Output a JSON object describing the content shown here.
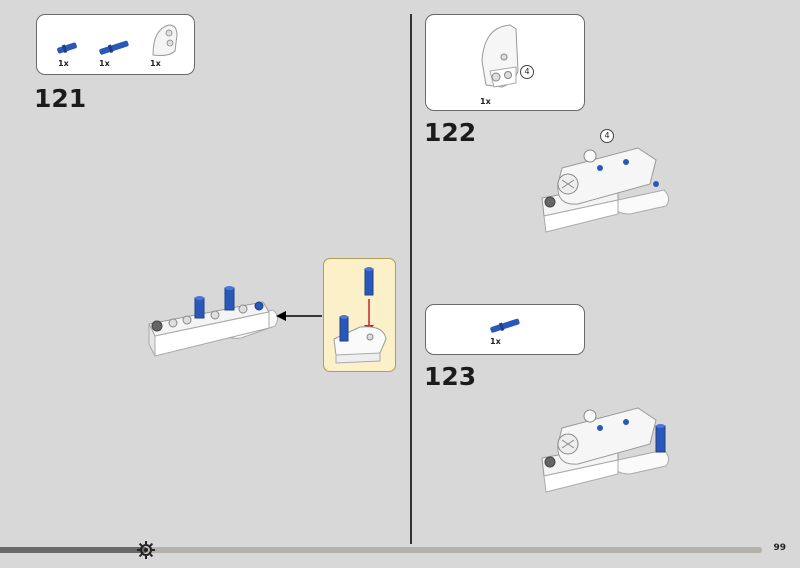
{
  "page_number": "99",
  "steps": [
    {
      "number": "121",
      "parts": [
        {
          "qty": "1x"
        },
        {
          "qty": "1x"
        },
        {
          "qty": "1x"
        }
      ]
    },
    {
      "number": "122",
      "parts": [
        {
          "qty": "1x",
          "callout": "4"
        }
      ],
      "model_callout": "4"
    },
    {
      "number": "123",
      "parts": [
        {
          "qty": "1x"
        }
      ]
    }
  ],
  "colors": {
    "pin_blue": "#2a58b8",
    "subassembly_bg": "#fbf0c8",
    "arrow_red": "#c8242a",
    "background": "#d8d8d8"
  },
  "icons": [
    "blue-pin-icon",
    "blue-axle-pin-icon",
    "white-liftarm-icon",
    "white-panel-icon",
    "arrow-left-icon",
    "gear-progress-icon"
  ]
}
